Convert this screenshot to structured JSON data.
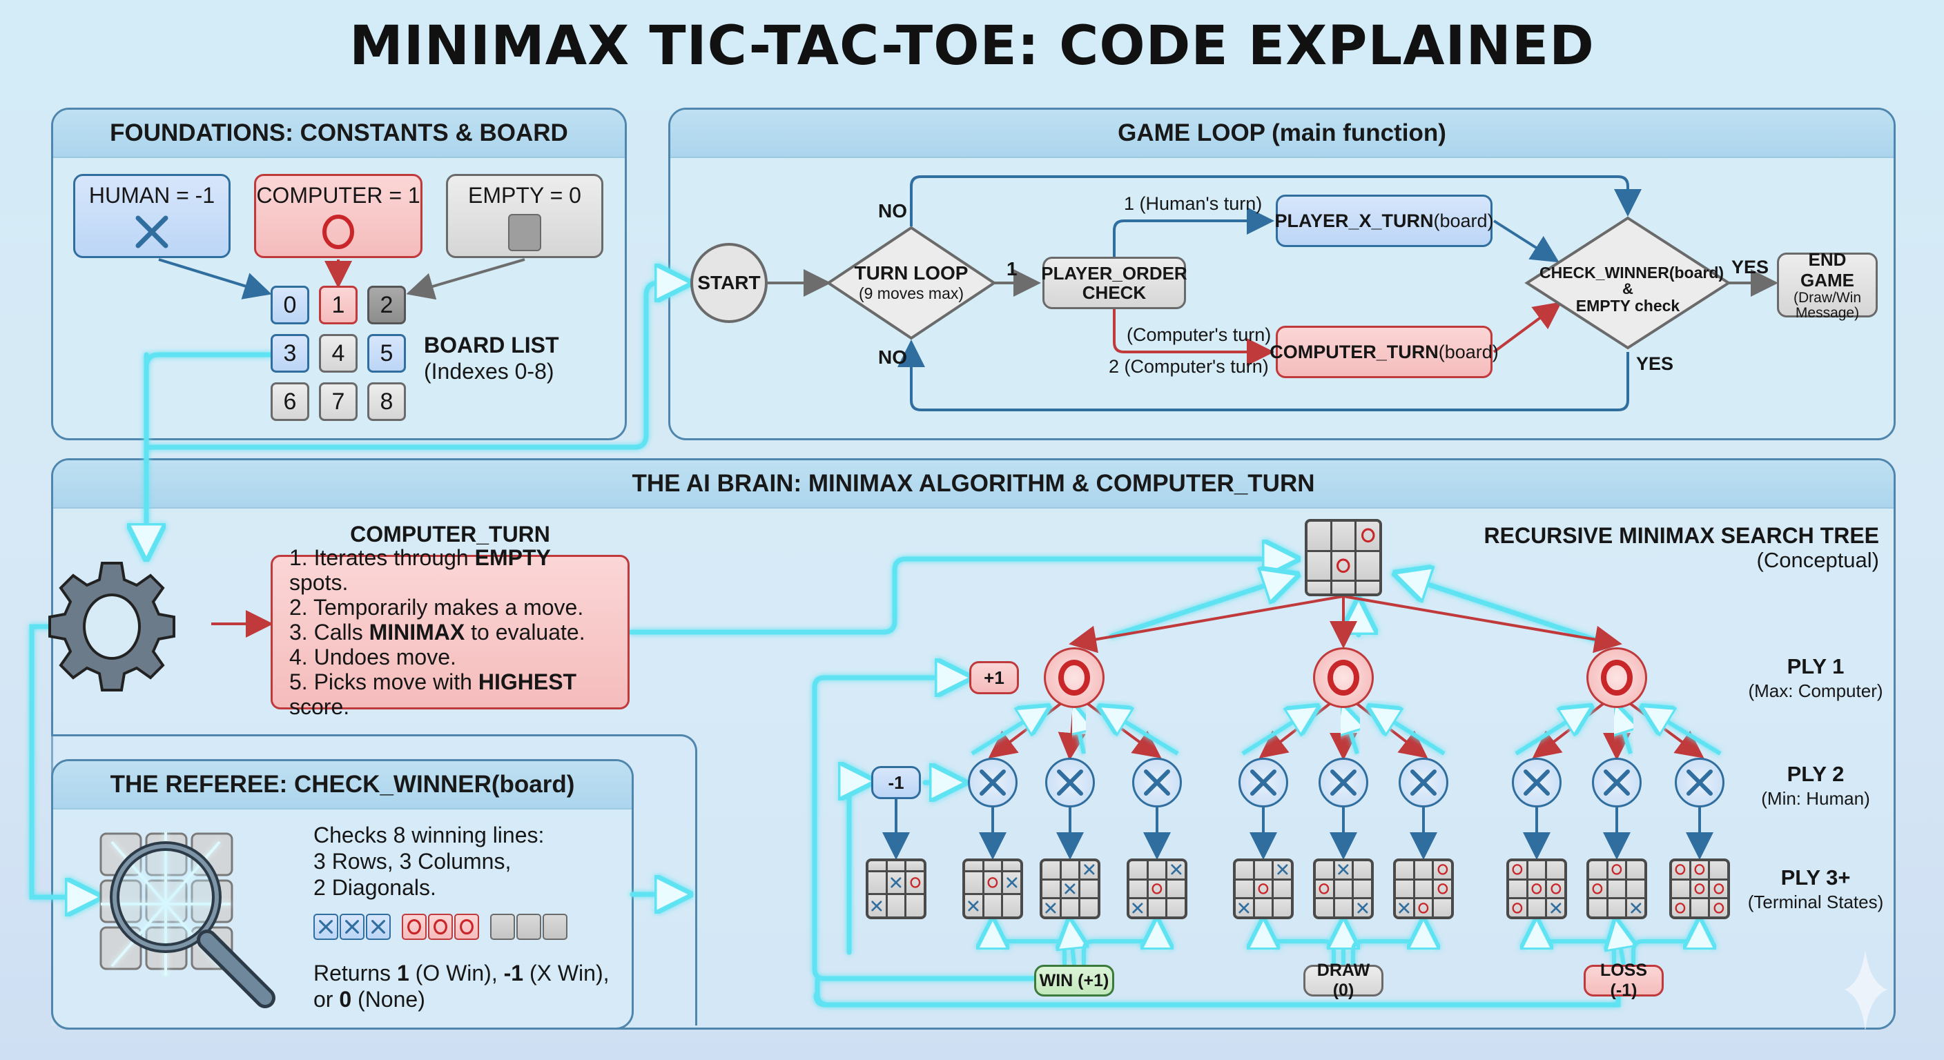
{
  "title": "MINIMAX TIC-TAC-TOE: CODE EXPLAINED",
  "colors": {
    "human_blue": "#2f6e9e",
    "computer_red": "#c0393b",
    "empty_gray": "#8d8d8d",
    "flow_cyan": "#5fe3f2",
    "panel_border": "#4f86ad",
    "win_green": "#3a7a3a"
  },
  "foundations": {
    "heading": "FOUNDATIONS: CONSTANTS & BOARD",
    "constants": [
      {
        "label": "HUMAN = -1",
        "symbol": "X",
        "icon": "x-mark-icon"
      },
      {
        "label": "COMPUTER = 1",
        "symbol": "O",
        "icon": "o-mark-icon"
      },
      {
        "label": "EMPTY = 0",
        "symbol": "",
        "icon": "empty-square-icon"
      }
    ],
    "board_cells": [
      {
        "index": "0",
        "state": "human"
      },
      {
        "index": "1",
        "state": "computer"
      },
      {
        "index": "2",
        "state": "empty-dark"
      },
      {
        "index": "3",
        "state": "human"
      },
      {
        "index": "4",
        "state": "empty"
      },
      {
        "index": "5",
        "state": "human"
      },
      {
        "index": "6",
        "state": "empty"
      },
      {
        "index": "7",
        "state": "empty"
      },
      {
        "index": "8",
        "state": "empty"
      }
    ],
    "board_label": "BOARD LIST",
    "board_sublabel": "(Indexes 0-8)"
  },
  "game_loop": {
    "heading": "GAME LOOP (main function)",
    "start": "START",
    "turn_loop": "TURN LOOP",
    "turn_loop_sub": "(9 moves max)",
    "edge_1": "1",
    "no_top": "NO",
    "no_bottom": "NO",
    "player_order": "PLAYER_ORDER",
    "player_order_2": "CHECK",
    "human_turn_label": "1 (Human's turn)",
    "computer_turn_label_a": "(Computer's turn)",
    "computer_turn_label_b": "2 (Computer's turn)",
    "player_x_turn": "PLAYER_X_TURN",
    "player_x_turn_arg": "(board)",
    "computer_turn": "COMPUTER_TURN",
    "computer_turn_arg": "(board)",
    "check_winner_1": "CHECK_WINNER(board)",
    "check_winner_2": "&",
    "check_winner_3": "EMPTY check",
    "yes_right": "YES",
    "yes_bottom": "YES",
    "end_game": "END GAME",
    "end_game_sub1": "(Draw/Win",
    "end_game_sub2": "Message)"
  },
  "ai_brain": {
    "heading": "THE AI BRAIN: MINIMAX ALGORITHM & COMPUTER_TURN",
    "computer_turn_title": "COMPUTER_TURN",
    "steps": [
      {
        "pre": "1. Iterates through ",
        "bold": "EMPTY",
        "post": " spots."
      },
      {
        "pre": "2. Temporarily makes a move.",
        "bold": "",
        "post": ""
      },
      {
        "pre": "3. Calls ",
        "bold": "MINIMAX",
        "post": " to evaluate."
      },
      {
        "pre": "4. Undoes move.",
        "bold": "",
        "post": ""
      },
      {
        "pre": "5. Picks move with ",
        "bold": "HIGHEST",
        "post": " score."
      }
    ],
    "tree_title": "RECURSIVE MINIMAX SEARCH TREE",
    "tree_subtitle": "(Conceptual)",
    "root_board": [
      "",
      "",
      "O",
      "",
      "O",
      "",
      "",
      "",
      ""
    ],
    "score_plus": "+1",
    "score_minus": "-1",
    "ply_labels": [
      {
        "title": "PLY 1",
        "sub": "(Max: Computer)"
      },
      {
        "title": "PLY 2",
        "sub": "(Min: Human)"
      },
      {
        "title": "PLY 3+",
        "sub": "(Terminal States)"
      }
    ],
    "ply1_nodes": [
      "O",
      "O",
      "O"
    ],
    "ply2_nodes": [
      "X",
      "X",
      "X",
      "X",
      "X",
      "X",
      "X",
      "X",
      "X"
    ],
    "score_board": [
      "",
      "",
      "",
      "",
      "X",
      "O",
      "X",
      "",
      ""
    ],
    "terminal_boards": [
      [
        "",
        "",
        "",
        "",
        "O",
        "X",
        "X",
        "",
        ""
      ],
      [
        "",
        "",
        "X",
        "",
        "X",
        "",
        "X",
        "",
        ""
      ],
      [
        "",
        "",
        "X",
        "",
        "O",
        "",
        "X",
        "",
        ""
      ],
      [
        "",
        "",
        "X",
        "",
        "O",
        "",
        "X",
        "",
        ""
      ],
      [
        "",
        "X",
        "",
        "O",
        "",
        "",
        "",
        "",
        "X"
      ],
      [
        "",
        "",
        "O",
        "",
        "",
        "O",
        "X",
        "O",
        ""
      ],
      [
        "O",
        "",
        "",
        "",
        "O",
        "O",
        "O",
        "",
        "X"
      ],
      [
        "",
        "O",
        "",
        "O",
        "",
        "",
        "",
        "",
        "X"
      ],
      [
        "O",
        "O",
        "",
        "",
        "O",
        "O",
        "O",
        "",
        "O"
      ]
    ],
    "outcomes": [
      {
        "label": "WIN (+1)",
        "kind": "win"
      },
      {
        "label": "DRAW (0)",
        "kind": "draw"
      },
      {
        "label": "LOSS (-1)",
        "kind": "loss"
      }
    ]
  },
  "referee": {
    "heading": "THE REFEREE: CHECK_WINNER(board)",
    "line1": "Checks 8 winning lines:",
    "line2": "3 Rows, 3 Columns,",
    "line3": "2 Diagonals.",
    "sample_lines": [
      [
        "X",
        "X",
        "X"
      ],
      [
        "O",
        "O",
        "O"
      ],
      [
        "",
        "",
        ""
      ]
    ],
    "returns_pre": "Returns ",
    "returns_1": "1",
    "returns_mid1": " (O Win), ",
    "returns_2": "-1",
    "returns_mid2": " (X Win),",
    "returns_line2_pre": "or ",
    "returns_3": "0",
    "returns_line2_post": " (None)"
  }
}
